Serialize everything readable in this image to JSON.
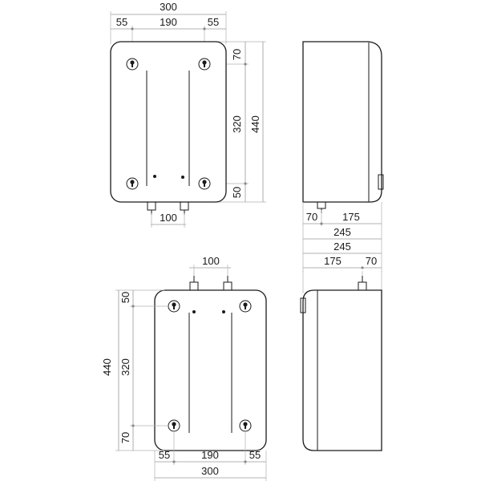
{
  "front_top": {
    "overall_width": "300",
    "left_offset": "55",
    "hole_spacing": "190",
    "right_offset": "55",
    "top_offset": "70",
    "hole_vertical": "320",
    "overall_height": "440",
    "bottom_offset": "50",
    "pipe_spacing": "100"
  },
  "side_top": {
    "pipe_offset": "70",
    "depth_rest": "175",
    "total_depth_a": "245",
    "total_depth_b": "245"
  },
  "side_bottom": {
    "depth_rest": "175",
    "pipe_offset": "70"
  },
  "front_bottom": {
    "pipe_spacing": "100",
    "top_offset": "50",
    "hole_vertical": "320",
    "overall_height": "440",
    "bottom_offset": "70",
    "left_offset": "55",
    "hole_spacing": "190",
    "right_offset": "55",
    "overall_width": "300"
  }
}
